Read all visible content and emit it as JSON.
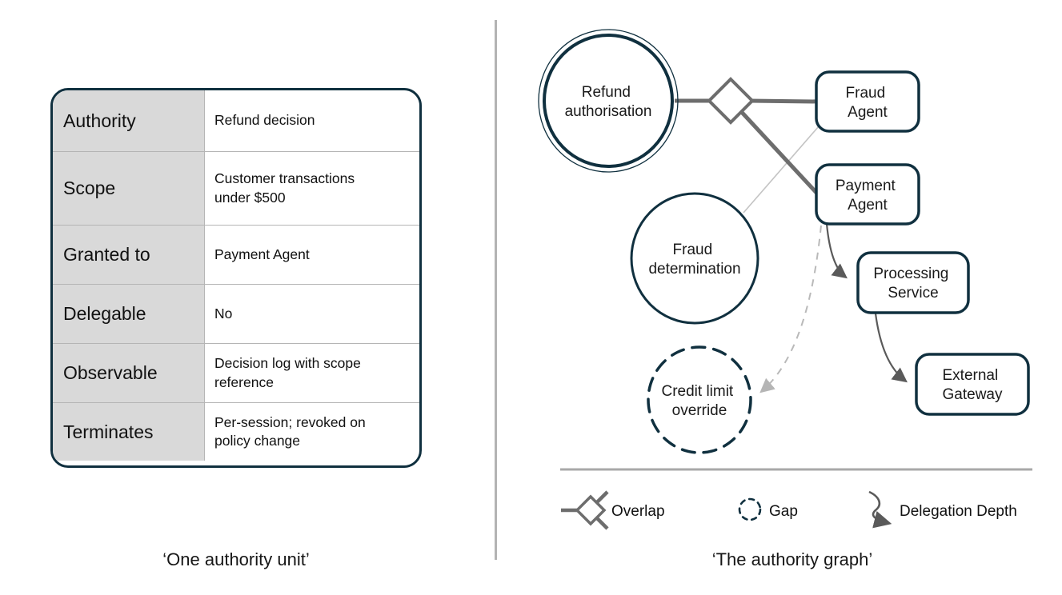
{
  "left_panel": {
    "caption": "‘One authority unit’",
    "table": {
      "rows": [
        {
          "label": "Authority",
          "value": "Refund decision"
        },
        {
          "label": "Scope",
          "value": "Customer transactions under $500"
        },
        {
          "label": "Granted to",
          "value": "Payment Agent"
        },
        {
          "label": "Delegable",
          "value": "No"
        },
        {
          "label": "Observable",
          "value": "Decision log with scope reference"
        },
        {
          "label": "Terminates",
          "value": "Per-session; revoked on policy change"
        }
      ]
    }
  },
  "right_panel": {
    "caption": "‘The authority graph’",
    "nodes": {
      "refund": {
        "line1": "Refund",
        "line2": "authorisation"
      },
      "fraud_agent": {
        "line1": "Fraud",
        "line2": "Agent"
      },
      "payment_agent": {
        "line1": "Payment",
        "line2": "Agent"
      },
      "fraud_det": {
        "line1": "Fraud",
        "line2": "determination"
      },
      "processing": {
        "line1": "Processing",
        "line2": "Service"
      },
      "external": {
        "line1": "External",
        "line2": "Gateway"
      },
      "credit_limit": {
        "line1": "Credit limit",
        "line2": "override"
      }
    },
    "edges": [
      {
        "from": "Refund authorisation",
        "to": "Fraud Agent",
        "type": "overlap"
      },
      {
        "from": "Refund authorisation",
        "to": "Payment Agent",
        "type": "overlap"
      },
      {
        "from": "Fraud Agent",
        "to": "Fraud determination",
        "type": "link"
      },
      {
        "from": "Payment Agent",
        "to": "Processing Service",
        "type": "delegation"
      },
      {
        "from": "Processing Service",
        "to": "External Gateway",
        "type": "delegation"
      },
      {
        "from": "Payment Agent",
        "to": "Credit limit override",
        "type": "gap"
      }
    ],
    "legend": {
      "overlap": "Overlap",
      "gap": "Gap",
      "delegation_depth": "Delegation Depth"
    }
  },
  "colors": {
    "navy": "#10303f",
    "connector_gray": "#6d6d6d",
    "thin_line_gray": "#c4c4c4",
    "dashed_gray": "#b9b9b9",
    "arrow_gray": "#5a5a5a",
    "divider_gray": "#b3b3b3",
    "table_header_bg": "#d9d9d9"
  }
}
